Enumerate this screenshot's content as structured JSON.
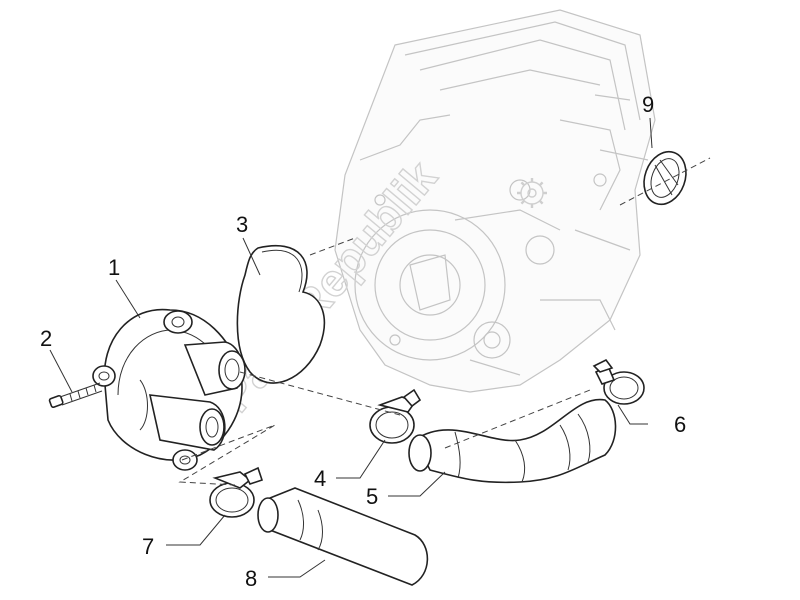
{
  "watermark": "PartsRepublik",
  "callouts": [
    {
      "id": "1",
      "label": "1"
    },
    {
      "id": "2",
      "label": "2"
    },
    {
      "id": "3",
      "label": "3"
    },
    {
      "id": "4",
      "label": "4"
    },
    {
      "id": "5",
      "label": "5"
    },
    {
      "id": "6",
      "label": "6"
    },
    {
      "id": "7",
      "label": "7"
    },
    {
      "id": "8",
      "label": "8"
    },
    {
      "id": "9",
      "label": "9"
    }
  ],
  "icons": {
    "watermark_logo": "gear-icon"
  }
}
